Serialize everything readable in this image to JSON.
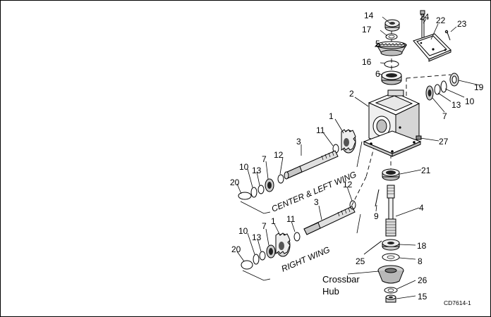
{
  "callouts": [
    {
      "id": "c14",
      "text": "14"
    },
    {
      "id": "c24",
      "text": "24"
    },
    {
      "id": "c22",
      "text": "22"
    },
    {
      "id": "c23",
      "text": "23"
    },
    {
      "id": "c17",
      "text": "17"
    },
    {
      "id": "c5",
      "text": "5"
    },
    {
      "id": "c16",
      "text": "16"
    },
    {
      "id": "c6",
      "text": "6"
    },
    {
      "id": "c19",
      "text": "19"
    },
    {
      "id": "c10a",
      "text": "10"
    },
    {
      "id": "c13a",
      "text": "13"
    },
    {
      "id": "c7a",
      "text": "7"
    },
    {
      "id": "c2",
      "text": "2"
    },
    {
      "id": "c1a",
      "text": "1"
    },
    {
      "id": "c11a",
      "text": "11"
    },
    {
      "id": "c27",
      "text": "27"
    },
    {
      "id": "c3a",
      "text": "3"
    },
    {
      "id": "c12a",
      "text": "12"
    },
    {
      "id": "c7b",
      "text": "7"
    },
    {
      "id": "c10b",
      "text": "10"
    },
    {
      "id": "c13b",
      "text": "13"
    },
    {
      "id": "c20a",
      "text": "20"
    },
    {
      "id": "c21",
      "text": "21"
    },
    {
      "id": "c12b",
      "text": "12"
    },
    {
      "id": "c3b",
      "text": "3"
    },
    {
      "id": "c4",
      "text": "4"
    },
    {
      "id": "c9",
      "text": "9"
    },
    {
      "id": "c10c",
      "text": "10"
    },
    {
      "id": "c7c",
      "text": "7"
    },
    {
      "id": "c1b",
      "text": "1"
    },
    {
      "id": "c11b",
      "text": "11"
    },
    {
      "id": "c13c",
      "text": "13"
    },
    {
      "id": "c20b",
      "text": "20"
    },
    {
      "id": "c18",
      "text": "18"
    },
    {
      "id": "c25",
      "text": "25"
    },
    {
      "id": "c8",
      "text": "8"
    },
    {
      "id": "c26",
      "text": "26"
    },
    {
      "id": "c15",
      "text": "15"
    }
  ],
  "labels": {
    "center_left_wing": "CENTER & LEFT WING",
    "right_wing": "RIGHT WING",
    "crossbar_line1": "Crossbar",
    "crossbar_line2": "Hub",
    "drawing_code": "CD7614-1"
  }
}
